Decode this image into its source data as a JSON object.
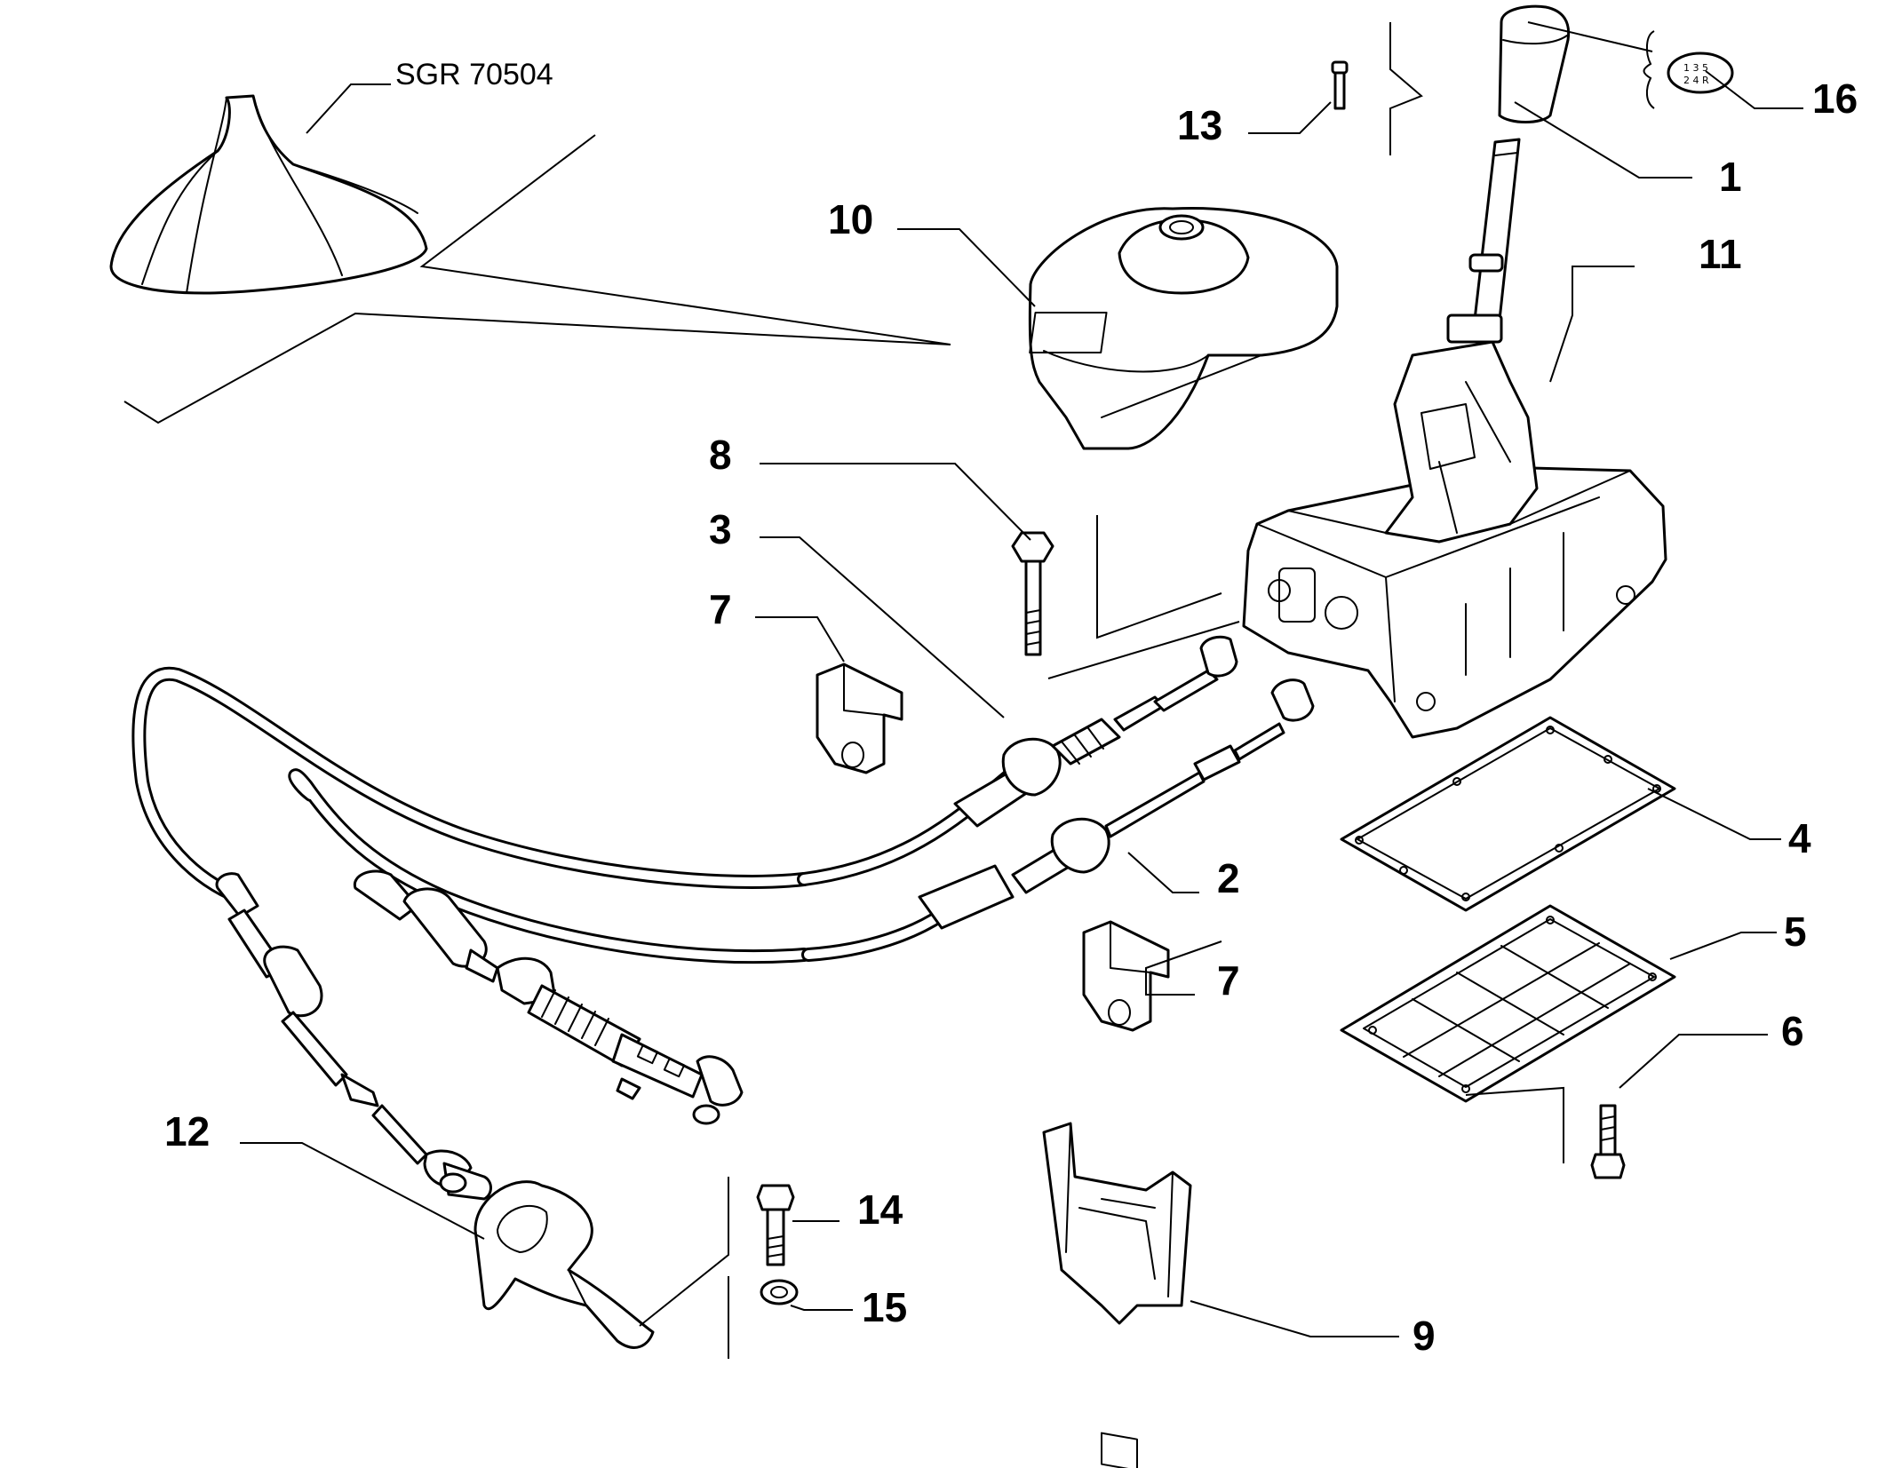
{
  "diagram": {
    "reference_code": "SGR 70504",
    "colors": {
      "line": "#000000",
      "background": "#ffffff"
    },
    "callouts": [
      {
        "id": "1",
        "label": "1"
      },
      {
        "id": "2",
        "label": "2"
      },
      {
        "id": "3",
        "label": "3"
      },
      {
        "id": "4",
        "label": "4"
      },
      {
        "id": "5",
        "label": "5"
      },
      {
        "id": "6",
        "label": "6"
      },
      {
        "id": "7a",
        "label": "7"
      },
      {
        "id": "7b",
        "label": "7"
      },
      {
        "id": "8",
        "label": "8"
      },
      {
        "id": "9",
        "label": "9"
      },
      {
        "id": "10",
        "label": "10"
      },
      {
        "id": "11",
        "label": "11"
      },
      {
        "id": "12",
        "label": "12"
      },
      {
        "id": "13",
        "label": "13"
      },
      {
        "id": "14",
        "label": "14"
      },
      {
        "id": "15",
        "label": "15"
      },
      {
        "id": "16",
        "label": "16"
      }
    ]
  }
}
